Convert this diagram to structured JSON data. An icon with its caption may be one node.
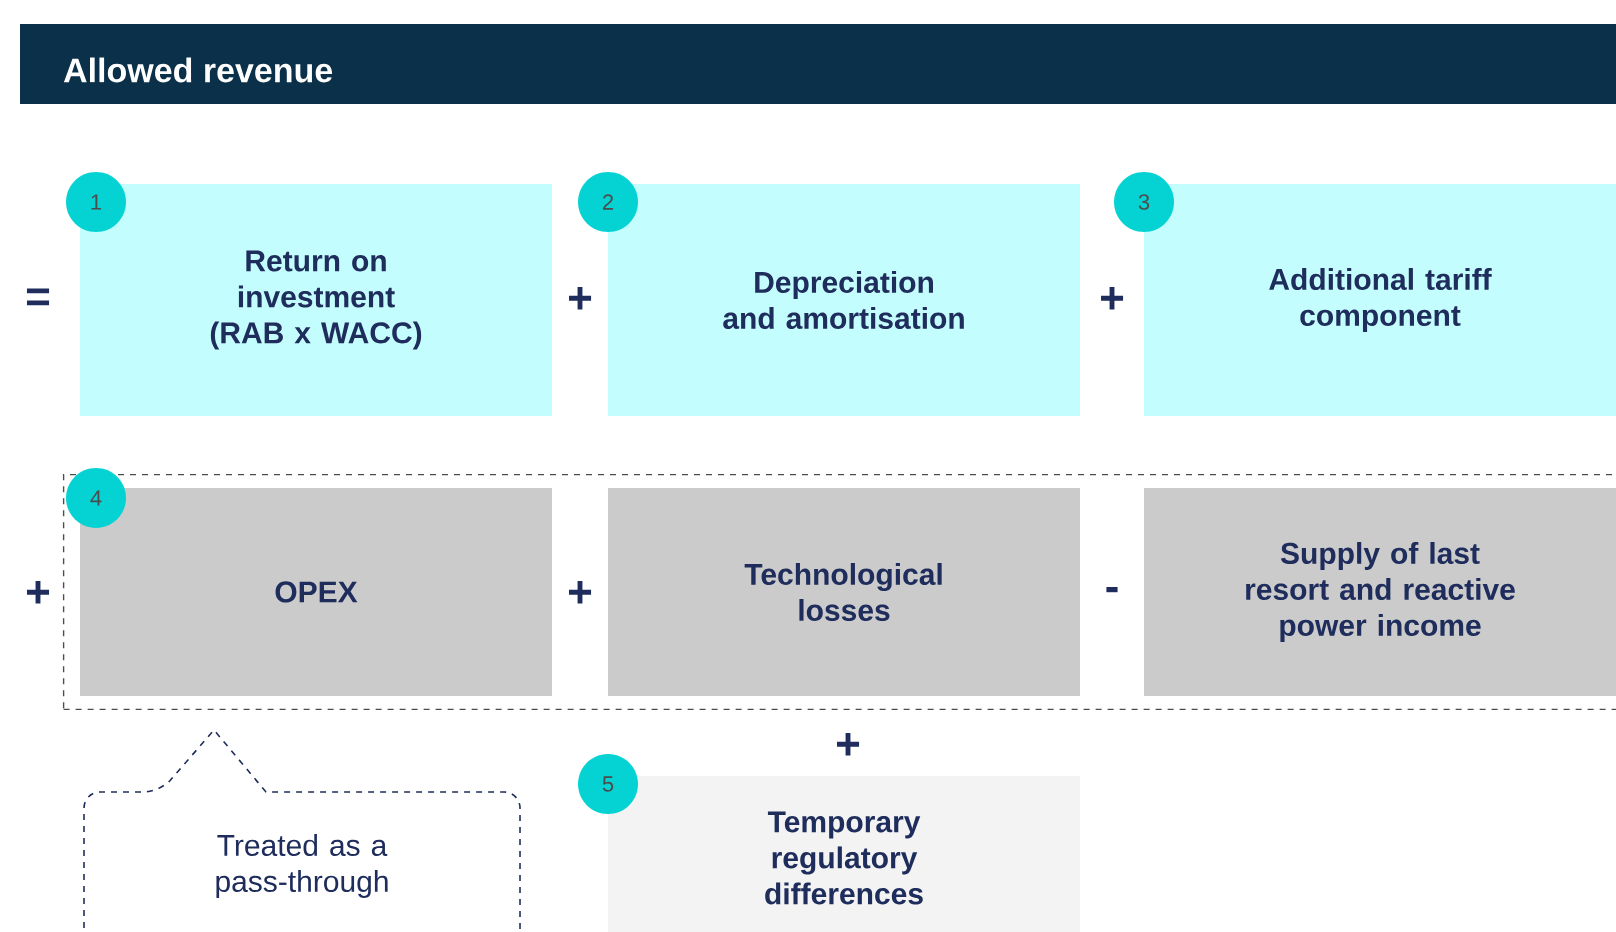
{
  "diagram": {
    "title": "Allowed revenue",
    "nodes": [
      {
        "text": [
          "1"
        ]
      },
      {
        "text": [
          "Return on investment (RAB x WACC)"
        ]
      },
      {
        "text": [
          "2"
        ]
      },
      {
        "text": [
          "Depreciation and amortisation"
        ]
      },
      {
        "text": [
          "3"
        ]
      },
      {
        "text": [
          "Additional tariff component"
        ]
      },
      {
        "text": [],
        "shape": "box"
      },
      {
        "text": [
          "4"
        ]
      },
      {
        "text": [
          "OPEX"
        ],
        "in": 6
      },
      {
        "text": [
          "Technological losses"
        ],
        "in": 6
      },
      {
        "text": [
          "Supply of last resort and reactive power income"
        ],
        "in": 6
      },
      {
        "text": [
          "Treated as a pass-through"
        ]
      },
      {
        "text": [
          "5"
        ]
      },
      {
        "text": [
          "Temporary regulatory differences"
        ]
      }
    ],
    "labels": [
      "=",
      "+",
      "+",
      "+",
      "+",
      "-",
      "+"
    ]
  }
}
